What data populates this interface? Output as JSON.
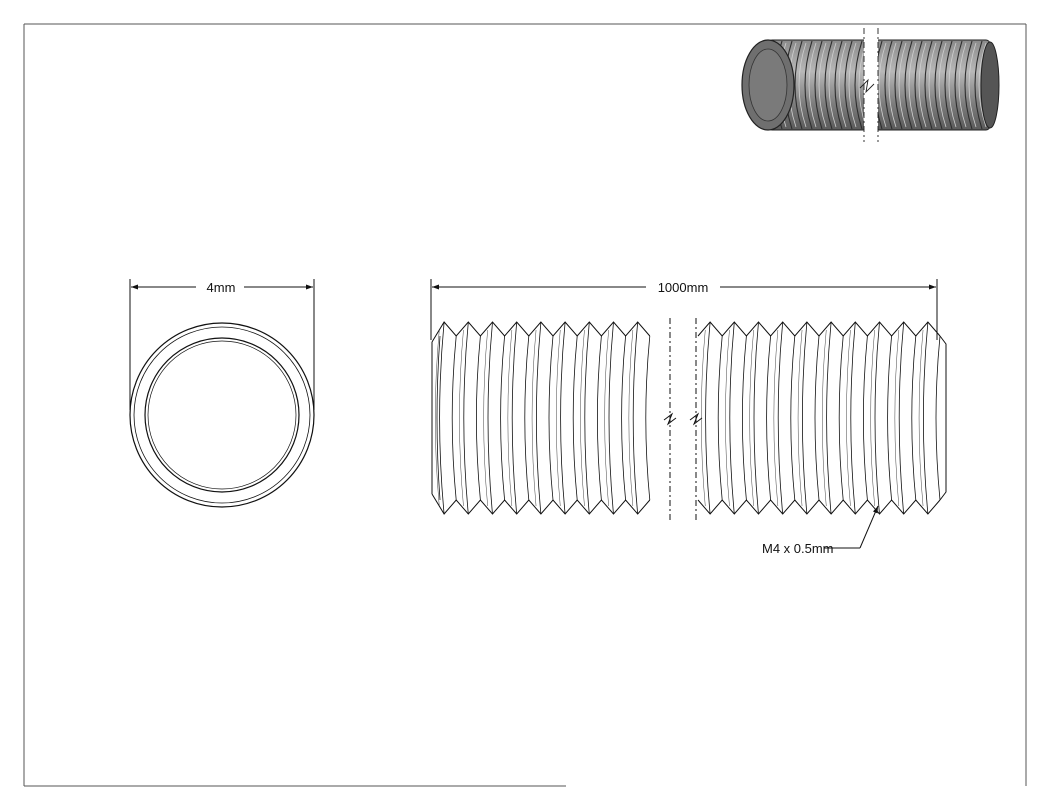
{
  "drawing": {
    "diameter_label": "4mm",
    "length_label": "1000mm",
    "thread_label": "M4 x 0.5mm"
  },
  "colors": {
    "line": "#111111",
    "frame": "#555555",
    "shade_dark": "#6d6d6d",
    "shade_mid": "#9a9a9a",
    "shade_light": "#bdbdbd"
  }
}
